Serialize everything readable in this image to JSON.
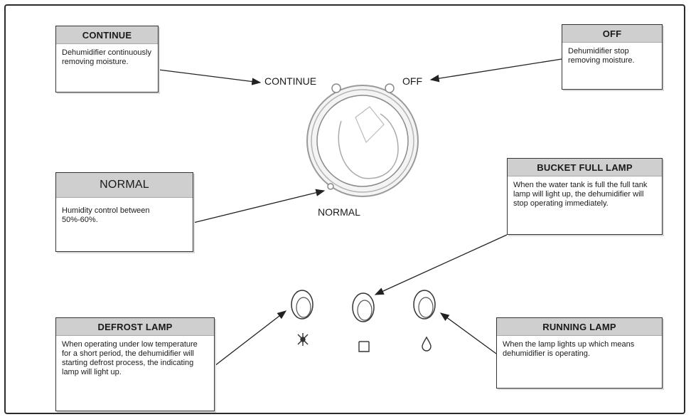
{
  "dial": {
    "continue_label": "CONTINUE",
    "off_label": "OFF",
    "normal_label": "NORMAL"
  },
  "callouts": {
    "continue": {
      "title": "CONTINUE",
      "body": "Dehumidifier continuously removing moisture."
    },
    "off": {
      "title": "OFF",
      "body": "Dehumidifier stop removing moisture."
    },
    "normal": {
      "title": "NORMAL",
      "body": "Humidity control between 50%-60%."
    },
    "bucket_full": {
      "title": "BUCKET FULL LAMP",
      "body": "When the water tank is full the full tank lamp will light up, the dehumidifier will stop operating immediately."
    },
    "defrost": {
      "title": "DEFROST LAMP",
      "body": "When operating under low temperature for a short period, the dehumidifier will starting defrost process, the indicating lamp will light up."
    },
    "running": {
      "title": "RUNNING LAMP",
      "body": "When the lamp lights up which means dehumidifier is operating."
    }
  },
  "icons": {
    "defrost": "snowflake-icon",
    "bucket": "bucket-icon",
    "running": "water-drop-icon"
  },
  "colors": {
    "header_fill": "#cfcfcf",
    "line": "#333333"
  }
}
